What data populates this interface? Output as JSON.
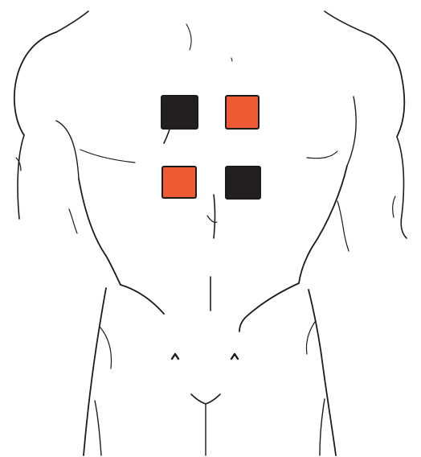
{
  "colors": {
    "background": "#ffffff",
    "outline": "#1e1a1b",
    "electrode_dark": "#231f20",
    "electrode_orange": "#ee5a34"
  },
  "electrodes": [
    {
      "id": "upper-left",
      "color": "dark"
    },
    {
      "id": "upper-right",
      "color": "orange"
    },
    {
      "id": "lower-left",
      "color": "orange"
    },
    {
      "id": "lower-right",
      "color": "dark"
    }
  ]
}
